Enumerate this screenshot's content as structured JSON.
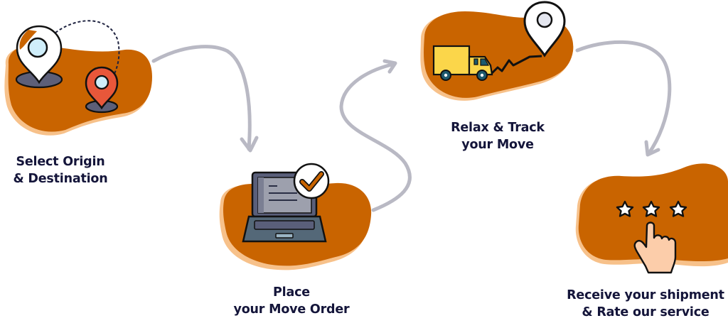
{
  "colors": {
    "blob": "#c96400",
    "blob_shadow": "#f7c18a",
    "arrow": "#b9b9c4",
    "text": "#14153a",
    "pin_red": "#e8573a",
    "pin_glass": "#cfeefa",
    "truck": "#fbd64a",
    "laptop": "#4e5a68",
    "hand": "#fccdaa"
  },
  "steps": [
    {
      "id": "select-origin",
      "icon": "map-pins-icon",
      "line1": "Select Origin",
      "line2": "& Destination"
    },
    {
      "id": "place-order",
      "icon": "laptop-check-icon",
      "line1": "Place",
      "line2": "your Move Order"
    },
    {
      "id": "track-move",
      "icon": "truck-route-icon",
      "line1": "Relax & Track",
      "line2": "your Move"
    },
    {
      "id": "rate-service",
      "icon": "rating-stars-icon",
      "line1": "Receive your shipment",
      "line2": "& Rate our service"
    }
  ]
}
